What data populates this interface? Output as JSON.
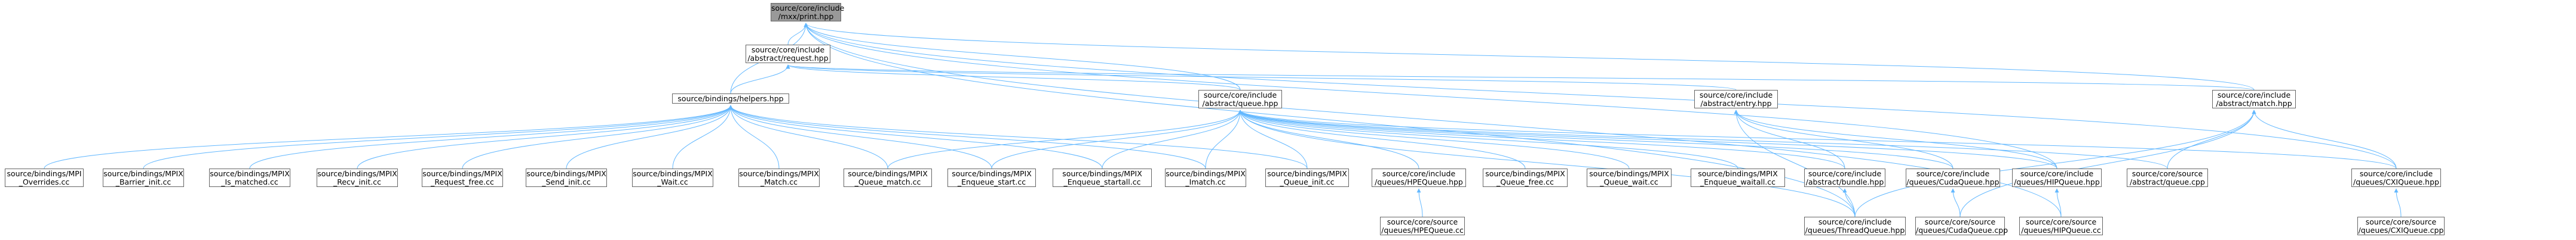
{
  "graph": {
    "nodes": [
      {
        "id": "print",
        "lines": [
          "source/core/include",
          "/mxx/print.hpp"
        ],
        "root": true
      },
      {
        "id": "request",
        "lines": [
          "source/core/include",
          "/abstract/request.hpp"
        ]
      },
      {
        "id": "helpers",
        "lines": [
          "source/bindings/helpers.hpp"
        ]
      },
      {
        "id": "queue_hpp",
        "lines": [
          "source/core/include",
          "/abstract/queue.hpp"
        ]
      },
      {
        "id": "entry",
        "lines": [
          "source/core/include",
          "/abstract/entry.hpp"
        ]
      },
      {
        "id": "match",
        "lines": [
          "source/core/include",
          "/abstract/match.hpp"
        ]
      },
      {
        "id": "mpi_overrides",
        "lines": [
          "source/bindings/MPI",
          "_Overrides.cc"
        ]
      },
      {
        "id": "barrier_init",
        "lines": [
          "source/bindings/MPIX",
          "_Barrier_init.cc"
        ]
      },
      {
        "id": "is_matched",
        "lines": [
          "source/bindings/MPIX",
          "_Is_matched.cc"
        ]
      },
      {
        "id": "recv_init",
        "lines": [
          "source/bindings/MPIX",
          "_Recv_init.cc"
        ]
      },
      {
        "id": "request_free",
        "lines": [
          "source/bindings/MPIX",
          "_Request_free.cc"
        ]
      },
      {
        "id": "send_init",
        "lines": [
          "source/bindings/MPIX",
          "_Send_init.cc"
        ]
      },
      {
        "id": "wait",
        "lines": [
          "source/bindings/MPIX",
          "_Wait.cc"
        ]
      },
      {
        "id": "match_cc",
        "lines": [
          "source/bindings/MPIX",
          "_Match.cc"
        ]
      },
      {
        "id": "queue_match",
        "lines": [
          "source/bindings/MPIX",
          "_Queue_match.cc"
        ]
      },
      {
        "id": "enqueue_start",
        "lines": [
          "source/bindings/MPIX",
          "_Enqueue_start.cc"
        ]
      },
      {
        "id": "enqueue_startall",
        "lines": [
          "source/bindings/MPIX",
          "_Enqueue_startall.cc"
        ]
      },
      {
        "id": "imatch",
        "lines": [
          "source/bindings/MPIX",
          "_Imatch.cc"
        ]
      },
      {
        "id": "queue_init",
        "lines": [
          "source/bindings/MPIX",
          "_Queue_init.cc"
        ]
      },
      {
        "id": "hpequeue_hpp",
        "lines": [
          "source/core/include",
          "/queues/HPEQueue.hpp"
        ]
      },
      {
        "id": "queue_free",
        "lines": [
          "source/bindings/MPIX",
          "_Queue_free.cc"
        ]
      },
      {
        "id": "queue_wait",
        "lines": [
          "source/bindings/MPIX",
          "_Queue_wait.cc"
        ]
      },
      {
        "id": "enqueue_waitall",
        "lines": [
          "source/bindings/MPIX",
          "_Enqueue_waitall.cc"
        ]
      },
      {
        "id": "bundle",
        "lines": [
          "source/core/include",
          "/abstract/bundle.hpp"
        ]
      },
      {
        "id": "cudaqueue_hpp",
        "lines": [
          "source/core/include",
          "/queues/CudaQueue.hpp"
        ]
      },
      {
        "id": "hipqueue_hpp",
        "lines": [
          "source/core/include",
          "/queues/HIPQueue.hpp"
        ]
      },
      {
        "id": "queue_cpp",
        "lines": [
          "source/core/source",
          "/abstract/queue.cpp"
        ]
      },
      {
        "id": "cxiqueue_hpp",
        "lines": [
          "source/core/include",
          "/queues/CXIQueue.hpp"
        ]
      },
      {
        "id": "hpequeue_cc",
        "lines": [
          "source/core/source",
          "/queues/HPEQueue.cc"
        ]
      },
      {
        "id": "threadqueue_hpp",
        "lines": [
          "source/core/include",
          "/queues/ThreadQueue.hpp"
        ]
      },
      {
        "id": "cudaqueue_cpp",
        "lines": [
          "source/core/source",
          "/queues/CudaQueue.cpp"
        ]
      },
      {
        "id": "hipqueue_cc",
        "lines": [
          "source/core/source",
          "/queues/HIPQueue.cc"
        ]
      },
      {
        "id": "cxiqueue_cpp",
        "lines": [
          "source/core/source",
          "/queues/CXIQueue.cpp"
        ]
      }
    ],
    "edges": [
      [
        "request",
        "print"
      ],
      [
        "helpers",
        "print"
      ],
      [
        "match",
        "print"
      ],
      [
        "queue_hpp",
        "print"
      ],
      [
        "cxiqueue_hpp",
        "print"
      ],
      [
        "hipqueue_cc",
        "print"
      ],
      [
        "threadqueue_hpp",
        "print"
      ],
      [
        "hipqueue_hpp",
        "print"
      ],
      [
        "helpers",
        "request"
      ],
      [
        "queue_hpp",
        "request"
      ],
      [
        "match",
        "request"
      ],
      [
        "entry",
        "request"
      ],
      [
        "mpi_overrides",
        "helpers"
      ],
      [
        "barrier_init",
        "helpers"
      ],
      [
        "is_matched",
        "helpers"
      ],
      [
        "recv_init",
        "helpers"
      ],
      [
        "request_free",
        "helpers"
      ],
      [
        "send_init",
        "helpers"
      ],
      [
        "wait",
        "helpers"
      ],
      [
        "match_cc",
        "helpers"
      ],
      [
        "queue_match",
        "helpers"
      ],
      [
        "enqueue_start",
        "helpers"
      ],
      [
        "enqueue_startall",
        "helpers"
      ],
      [
        "imatch",
        "helpers"
      ],
      [
        "queue_init",
        "helpers"
      ],
      [
        "queue_match",
        "queue_hpp"
      ],
      [
        "enqueue_start",
        "queue_hpp"
      ],
      [
        "enqueue_startall",
        "queue_hpp"
      ],
      [
        "imatch",
        "queue_hpp"
      ],
      [
        "queue_init",
        "queue_hpp"
      ],
      [
        "hpequeue_hpp",
        "queue_hpp"
      ],
      [
        "queue_free",
        "queue_hpp"
      ],
      [
        "queue_wait",
        "queue_hpp"
      ],
      [
        "enqueue_waitall",
        "queue_hpp"
      ],
      [
        "bundle",
        "queue_hpp"
      ],
      [
        "cudaqueue_hpp",
        "queue_hpp"
      ],
      [
        "hipqueue_hpp",
        "queue_hpp"
      ],
      [
        "queue_cpp",
        "queue_hpp"
      ],
      [
        "cxiqueue_hpp",
        "queue_hpp"
      ],
      [
        "threadqueue_hpp",
        "queue_hpp"
      ],
      [
        "bundle",
        "entry"
      ],
      [
        "cudaqueue_hpp",
        "entry"
      ],
      [
        "hipqueue_hpp",
        "entry"
      ],
      [
        "threadqueue_hpp",
        "entry"
      ],
      [
        "queue_cpp",
        "match"
      ],
      [
        "cxiqueue_hpp",
        "match"
      ],
      [
        "cudaqueue_cpp",
        "match"
      ],
      [
        "threadqueue_hpp",
        "match"
      ],
      [
        "hpequeue_cc",
        "hpequeue_hpp"
      ],
      [
        "threadqueue_hpp",
        "bundle"
      ],
      [
        "cudaqueue_cpp",
        "cudaqueue_hpp"
      ],
      [
        "hipqueue_cc",
        "hipqueue_hpp"
      ],
      [
        "cxiqueue_cpp",
        "cxiqueue_hpp"
      ]
    ]
  },
  "colors": {
    "edge": "#63b8ff",
    "node_border": "#666666",
    "root_fill": "#999999",
    "node_fill": "#ffffff"
  }
}
